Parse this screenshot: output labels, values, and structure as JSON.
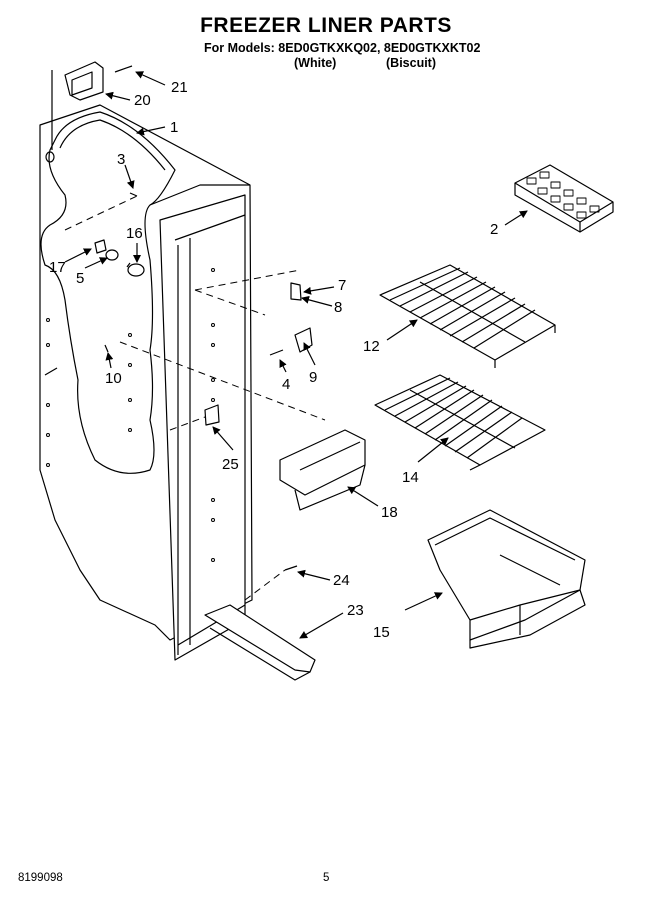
{
  "title": "FREEZER LINER PARTS",
  "models_line": "For Models: 8ED0GTKXKQ02, 8ED0GTKXKT02",
  "variant_1": "(White)",
  "variant_2": "(Biscuit)",
  "footer_left": "8199098",
  "footer_page": "5",
  "callouts": {
    "p1": "1",
    "p2": "2",
    "p3": "3",
    "p4": "4",
    "p5": "5",
    "p7": "7",
    "p8": "8",
    "p9": "9",
    "p10": "10",
    "p12": "12",
    "p14": "14",
    "p15": "15",
    "p16": "16",
    "p17": "17",
    "p18": "18",
    "p20": "20",
    "p21": "21",
    "p23": "23",
    "p24": "24",
    "p25": "25"
  }
}
